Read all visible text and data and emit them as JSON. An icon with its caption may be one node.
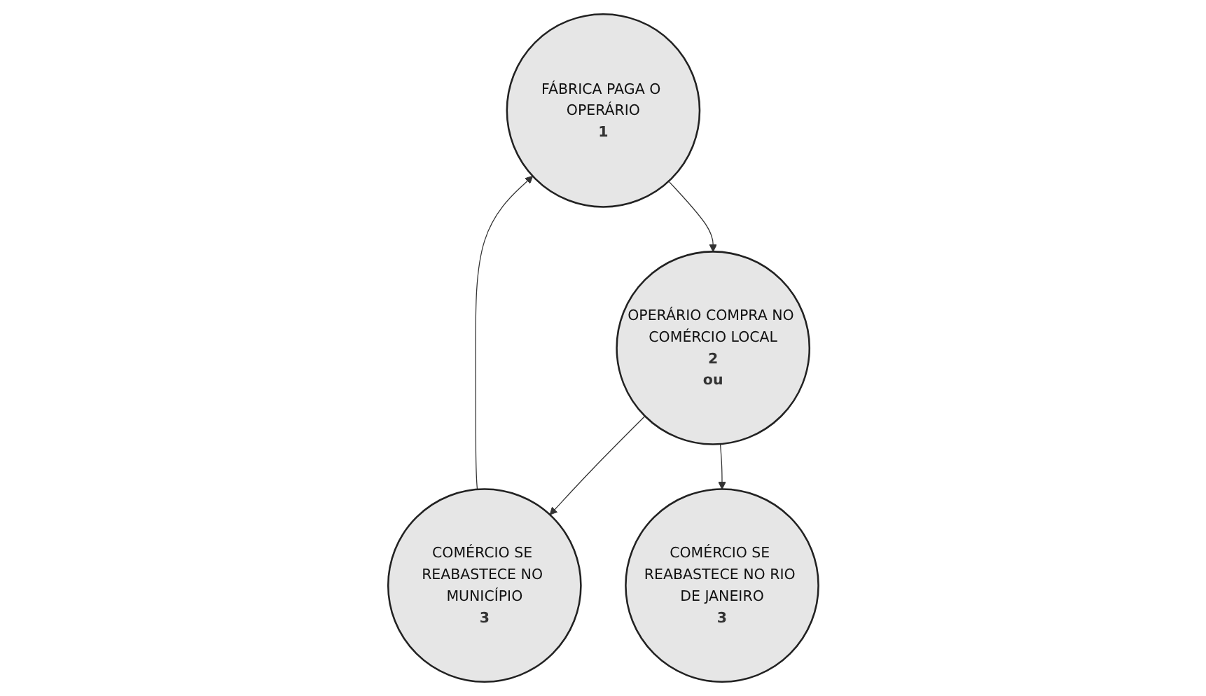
{
  "diagram": {
    "nodes": [
      {
        "text": [
          "FÁBRICA PAGA O OPERÁRIO",
          "1"
        ]
      },
      {
        "text": [
          "OPERÁRIO COMPRA NO COMÉRCIO LOCAL",
          "2",
          "ou"
        ]
      },
      {
        "text": [
          "COMÉRCIO SE REABASTECE NO MUNICÍPIO",
          "3"
        ]
      },
      {
        "text": [
          "COMÉRCIO SE REABASTECE NO RIO DE JANEIRO",
          "3"
        ]
      }
    ],
    "edges": [
      {
        "from": 0,
        "to": 1,
        "arrow": "to"
      },
      {
        "from": 1,
        "to": 2,
        "arrow": "to"
      },
      {
        "from": 2,
        "to": 0,
        "arrow": "to"
      },
      {
        "from": 1,
        "to": 3,
        "arrow": "to"
      }
    ]
  }
}
